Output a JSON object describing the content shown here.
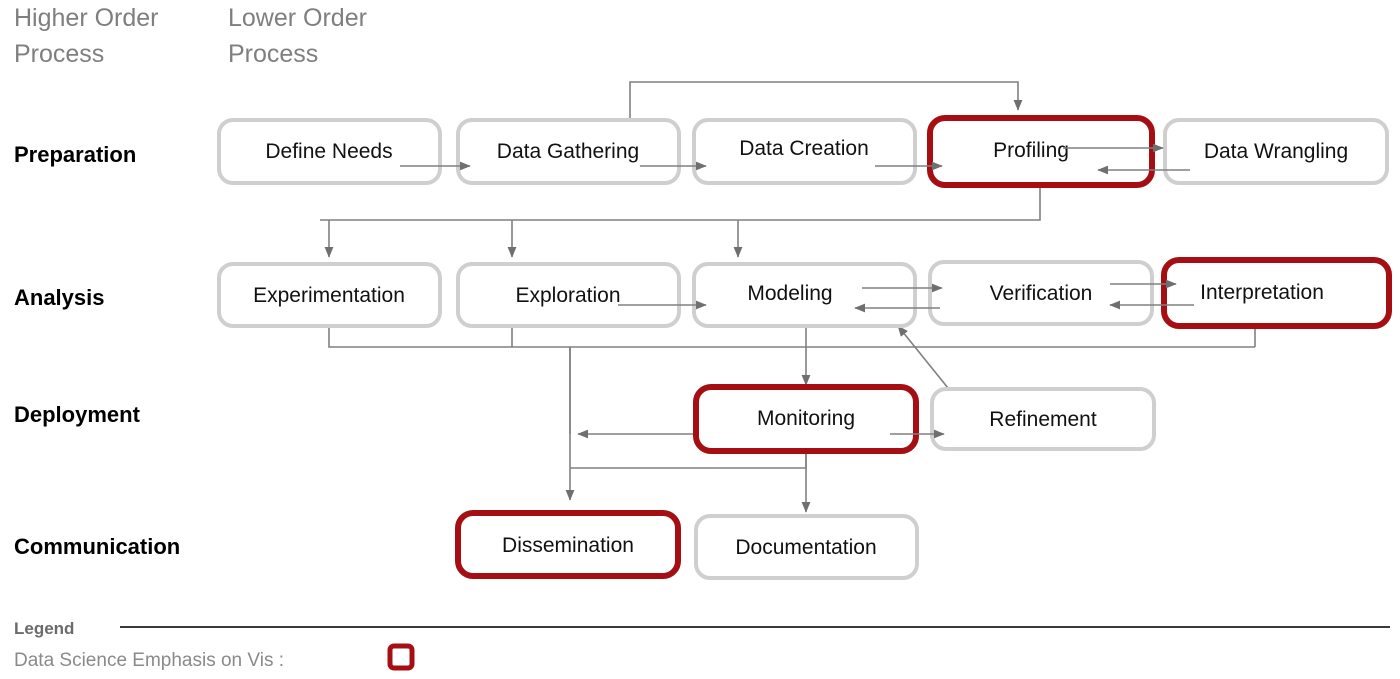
{
  "figure": {
    "column_headers": [
      {
        "id": "higher-order",
        "line1": "Higher Order",
        "line2": "Process"
      },
      {
        "id": "lower-order",
        "line1": "Lower Order",
        "line2": "Process"
      }
    ],
    "row_labels": [
      {
        "id": "preparation",
        "label": "Preparation"
      },
      {
        "id": "analysis",
        "label": "Analysis"
      },
      {
        "id": "deployment",
        "label": "Deployment"
      },
      {
        "id": "communication",
        "label": "Communication"
      }
    ],
    "nodes": {
      "define_needs": "Define Needs",
      "data_gathering": "Data Gathering",
      "data_creation": "Data Creation",
      "profiling": "Profiling",
      "data_wrangling": "Data Wrangling",
      "experimentation": "Experimentation",
      "exploration": "Exploration",
      "modeling": "Modeling",
      "verification": "Verification",
      "interpretation": "Interpretation",
      "monitoring": "Monitoring",
      "refinement": "Refinement",
      "dissemination": "Dissemination",
      "documentation": "Documentation"
    },
    "highlighted_nodes": [
      "profiling",
      "interpretation",
      "monitoring",
      "dissemination"
    ],
    "legend": {
      "title": "Legend",
      "entry_label": "Data Science Emphasis on Vis :",
      "swatch_style": "red-outlined-square"
    },
    "colors": {
      "highlight": "#a50f13",
      "box_border": "#cfcfcf",
      "edge": "#808080",
      "header_text": "#7f7f7f",
      "row_label_text": "#000000",
      "legend_text": "#8a8a8a"
    }
  }
}
